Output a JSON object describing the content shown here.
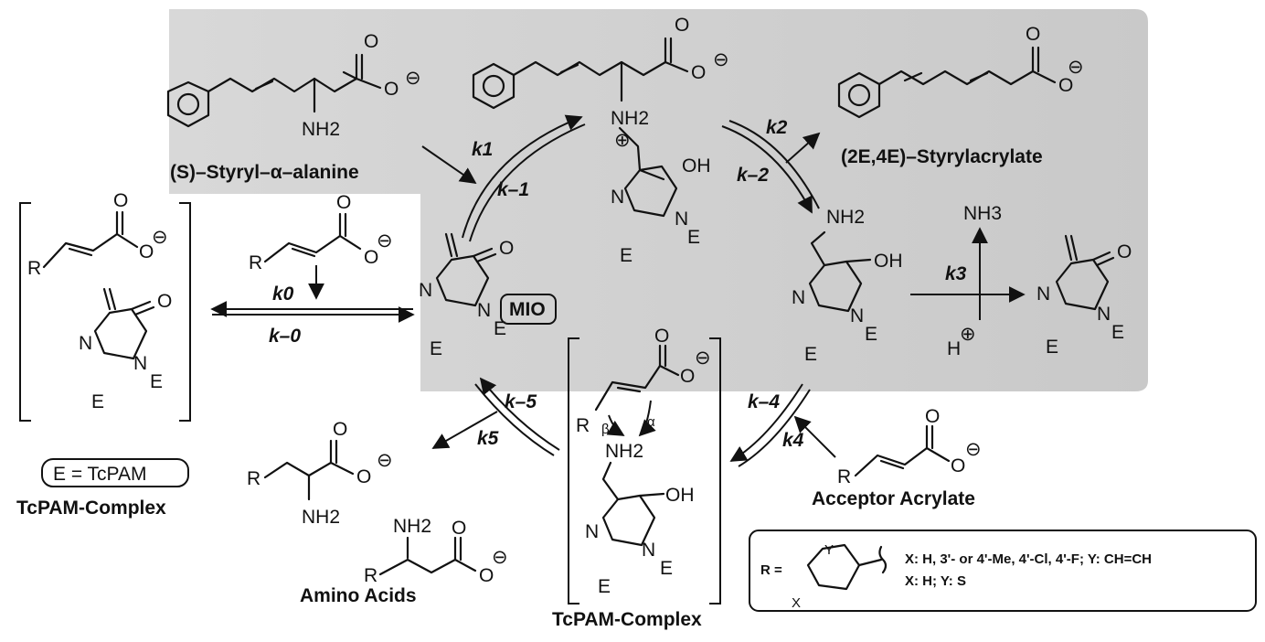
{
  "labels": {
    "styryl_alanine": "(S)–Styryl–α–alanine",
    "styrylacrylate": "(2E,4E)–Styrylacrylate",
    "mio": "MIO",
    "e_def": "E = TcPAM",
    "complex_left": "TcPAM-Complex",
    "complex_bottom": "TcPAM-Complex",
    "amino_acids": "Amino Acids",
    "acceptor_acrylate": "Acceptor Acrylate"
  },
  "rate_constants": {
    "k1": "k1",
    "km1": "k–1",
    "k2": "k2",
    "km2": "k–2",
    "k3": "k3",
    "k0": "k0",
    "km0": "k–0",
    "k4": "k4",
    "km4": "k–4",
    "k5": "k5",
    "km5": "k–5"
  },
  "atoms": {
    "nh2": "NH2",
    "nh3": "NH3",
    "oh": "OH",
    "o": "O",
    "n": "N",
    "e": "E",
    "r": "R",
    "h": "H",
    "minus": "⊖",
    "plus": "⊕",
    "alpha": "α",
    "beta": "β"
  },
  "r_group": {
    "r_label": "R =",
    "y": "Y",
    "x": "X",
    "line1": "X: H, 3'- or 4'-Me, 4'-Cl, 4'-F; Y: CH=CH",
    "line2": "X: H; Y: S"
  }
}
